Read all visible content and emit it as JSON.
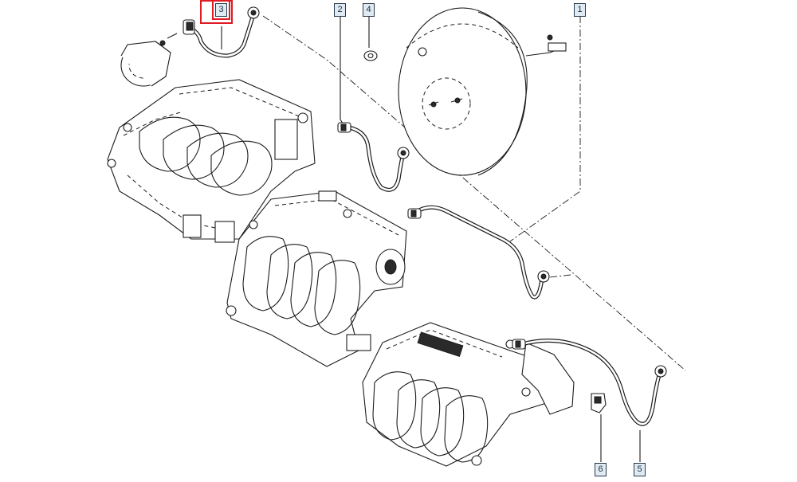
{
  "callouts": [
    {
      "id": "c3",
      "label": "3",
      "highlighted": true
    },
    {
      "id": "c2",
      "label": "2",
      "highlighted": false
    },
    {
      "id": "c4",
      "label": "4",
      "highlighted": false
    },
    {
      "id": "c1",
      "label": "1",
      "highlighted": false
    },
    {
      "id": "c6",
      "label": "6",
      "highlighted": false
    },
    {
      "id": "c5",
      "label": "5",
      "highlighted": false
    }
  ],
  "colors": {
    "highlight": "#e01b24",
    "callout_fill": "#dfeaf3",
    "line": "#1c1c1c",
    "background": "#ffffff"
  }
}
